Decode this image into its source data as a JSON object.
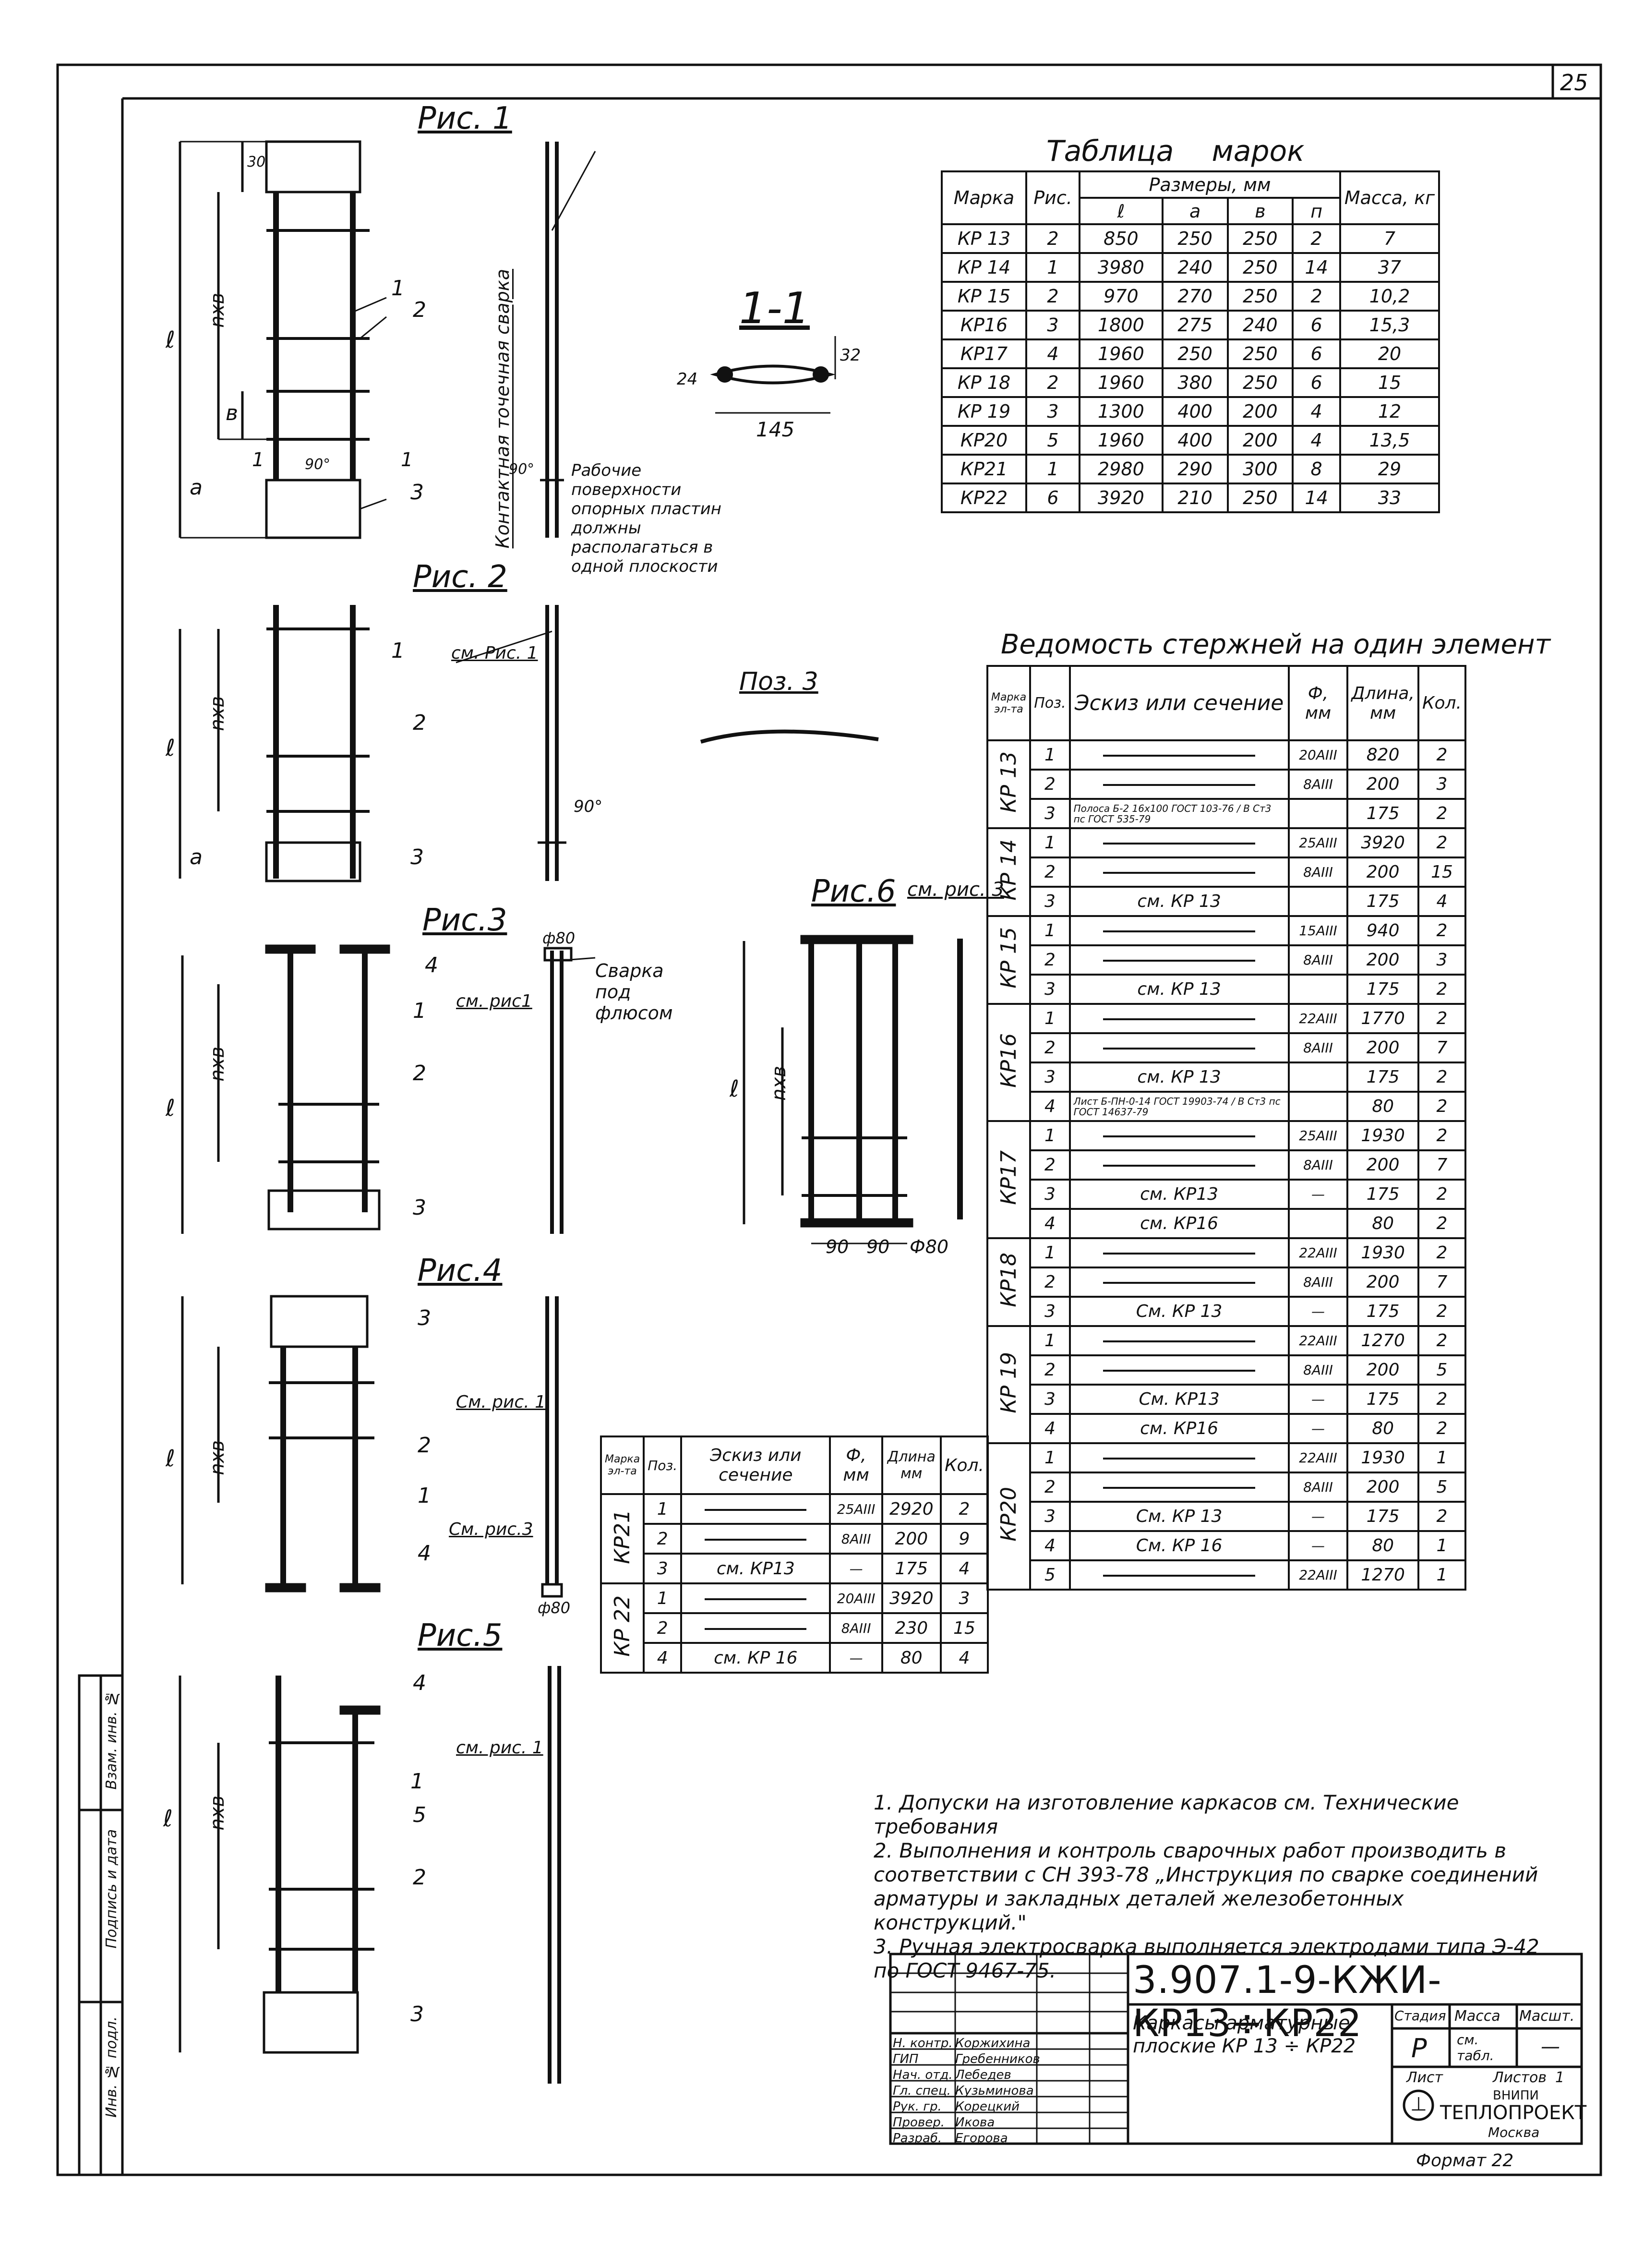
{
  "sheet_number": "25",
  "figures": {
    "ris1": "Рис. 1",
    "ris2": "Рис. 2",
    "ris3": "Рис.3",
    "ris4": "Рис.4",
    "ris5": "Рис.5",
    "ris6": "Рис.6",
    "section": "1-1",
    "poz3": "Поз. 3",
    "welding_contact": "Контактная точечная сварка",
    "working_surfaces": "Рабочие поверхности опорных пластин должны располагаться в одной плоскости",
    "welding_flux": "Сварка под флюсом",
    "see_fig1": "см. Рис. 1",
    "see_fig1b": "см. рис1",
    "see_fig1c": "См. рис. 1",
    "see_fig1d": "см. рис. 1",
    "see_fig3": "см. рис. 3",
    "see_fig3b": "См. рис.3",
    "dims": {
      "l": "ℓ",
      "nxb": "nхв",
      "b": "в",
      "a": "а",
      "d30": "30",
      "d90deg": "90°",
      "d1": "1",
      "d32": "32",
      "d24": "24",
      "d145": "145",
      "d90": "90",
      "phi80": "Ф80",
      "phi80b": "ф80"
    },
    "pos": {
      "p1": "1",
      "p2": "2",
      "p3": "3",
      "p4": "4",
      "p5": "5"
    }
  },
  "marks_table": {
    "title": "Таблица марок",
    "headers": {
      "mark": "Марка",
      "fig": "Рис.",
      "sizes": "Размеры, мм",
      "l": "ℓ",
      "a": "а",
      "b": "в",
      "n": "п",
      "mass": "Масса, кг"
    },
    "rows": [
      {
        "mark": "КР 13",
        "fig": "2",
        "l": "850",
        "a": "250",
        "b": "250",
        "n": "2",
        "mass": "7"
      },
      {
        "mark": "КР 14",
        "fig": "1",
        "l": "3980",
        "a": "240",
        "b": "250",
        "n": "14",
        "mass": "37"
      },
      {
        "mark": "КР 15",
        "fig": "2",
        "l": "970",
        "a": "270",
        "b": "250",
        "n": "2",
        "mass": "10,2"
      },
      {
        "mark": "КР16",
        "fig": "3",
        "l": "1800",
        "a": "275",
        "b": "240",
        "n": "6",
        "mass": "15,3"
      },
      {
        "mark": "КР17",
        "fig": "4",
        "l": "1960",
        "a": "250",
        "b": "250",
        "n": "6",
        "mass": "20"
      },
      {
        "mark": "КР 18",
        "fig": "2",
        "l": "1960",
        "a": "380",
        "b": "250",
        "n": "6",
        "mass": "15"
      },
      {
        "mark": "КР 19",
        "fig": "3",
        "l": "1300",
        "a": "400",
        "b": "200",
        "n": "4",
        "mass": "12"
      },
      {
        "mark": "КР20",
        "fig": "5",
        "l": "1960",
        "a": "400",
        "b": "200",
        "n": "4",
        "mass": "13,5"
      },
      {
        "mark": "КР21",
        "fig": "1",
        "l": "2980",
        "a": "290",
        "b": "300",
        "n": "8",
        "mass": "29"
      },
      {
        "mark": "КР22",
        "fig": "6",
        "l": "3920",
        "a": "210",
        "b": "250",
        "n": "14",
        "mass": "33"
      }
    ]
  },
  "rods_table": {
    "title": "Ведомость стержней на один элемент",
    "headers": {
      "mark": "Марка эл-та",
      "pos": "Поз.",
      "sketch": "Эскиз или сечение",
      "phi": "Ф, мм",
      "len": "Длина, мм",
      "qty": "Кол."
    },
    "groups": [
      {
        "mark": "КР 13",
        "rows": [
          {
            "pos": "1",
            "sketch": "",
            "phi": "20AIII",
            "len": "820",
            "qty": "2"
          },
          {
            "pos": "2",
            "sketch": "",
            "phi": "8AIII",
            "len": "200",
            "qty": "3"
          },
          {
            "pos": "3",
            "sketch": "Полоса Б-2 16х100 ГОСТ 103-76 / В Ст3 пс ГОСТ 535-79",
            "phi": "",
            "len": "175",
            "qty": "2"
          }
        ]
      },
      {
        "mark": "КР 14",
        "rows": [
          {
            "pos": "1",
            "sketch": "",
            "phi": "25AIII",
            "len": "3920",
            "qty": "2"
          },
          {
            "pos": "2",
            "sketch": "",
            "phi": "8AIII",
            "len": "200",
            "qty": "15"
          },
          {
            "pos": "3",
            "sketch": "см. КР 13",
            "phi": "",
            "len": "175",
            "qty": "4"
          }
        ]
      },
      {
        "mark": "КР 15",
        "rows": [
          {
            "pos": "1",
            "sketch": "",
            "phi": "15AIII",
            "len": "940",
            "qty": "2"
          },
          {
            "pos": "2",
            "sketch": "",
            "phi": "8AIII",
            "len": "200",
            "qty": "3"
          },
          {
            "pos": "3",
            "sketch": "см. КР 13",
            "phi": "",
            "len": "175",
            "qty": "2"
          }
        ]
      },
      {
        "mark": "КР16",
        "rows": [
          {
            "pos": "1",
            "sketch": "",
            "phi": "22AIII",
            "len": "1770",
            "qty": "2"
          },
          {
            "pos": "2",
            "sketch": "",
            "phi": "8AIII",
            "len": "200",
            "qty": "7"
          },
          {
            "pos": "3",
            "sketch": "см. КР 13",
            "phi": "",
            "len": "175",
            "qty": "2"
          },
          {
            "pos": "4",
            "sketch": "Лист Б-ПН-0-14 ГОСТ 19903-74 / В Ст3 пс ГОСТ 14637-79",
            "phi": "",
            "len": "80",
            "qty": "2"
          }
        ]
      },
      {
        "mark": "КР17",
        "rows": [
          {
            "pos": "1",
            "sketch": "",
            "phi": "25AIII",
            "len": "1930",
            "qty": "2"
          },
          {
            "pos": "2",
            "sketch": "",
            "phi": "8AIII",
            "len": "200",
            "qty": "7"
          },
          {
            "pos": "3",
            "sketch": "см. КР13",
            "phi": "—",
            "len": "175",
            "qty": "2"
          },
          {
            "pos": "4",
            "sketch": "см. КР16",
            "phi": "",
            "len": "80",
            "qty": "2"
          }
        ]
      },
      {
        "mark": "КР18",
        "rows": [
          {
            "pos": "1",
            "sketch": "",
            "phi": "22AIII",
            "len": "1930",
            "qty": "2"
          },
          {
            "pos": "2",
            "sketch": "",
            "phi": "8AIII",
            "len": "200",
            "qty": "7"
          },
          {
            "pos": "3",
            "sketch": "См. КР 13",
            "phi": "—",
            "len": "175",
            "qty": "2"
          }
        ]
      },
      {
        "mark": "КР 19",
        "rows": [
          {
            "pos": "1",
            "sketch": "",
            "phi": "22AIII",
            "len": "1270",
            "qty": "2"
          },
          {
            "pos": "2",
            "sketch": "",
            "phi": "8AIII",
            "len": "200",
            "qty": "5"
          },
          {
            "pos": "3",
            "sketch": "См. КР13",
            "phi": "—",
            "len": "175",
            "qty": "2"
          },
          {
            "pos": "4",
            "sketch": "см. КР16",
            "phi": "—",
            "len": "80",
            "qty": "2"
          }
        ]
      },
      {
        "mark": "КР20",
        "rows": [
          {
            "pos": "1",
            "sketch": "",
            "phi": "22AIII",
            "len": "1930",
            "qty": "1"
          },
          {
            "pos": "2",
            "sketch": "",
            "phi": "8AIII",
            "len": "200",
            "qty": "5"
          },
          {
            "pos": "3",
            "sketch": "См. КР 13",
            "phi": "—",
            "len": "175",
            "qty": "2"
          },
          {
            "pos": "4",
            "sketch": "См. КР 16",
            "phi": "—",
            "len": "80",
            "qty": "1"
          },
          {
            "pos": "5",
            "sketch": "",
            "phi": "22AIII",
            "len": "1270",
            "qty": "1"
          }
        ]
      }
    ]
  },
  "rods_table2": {
    "headers": {
      "mark": "Марка эл-та",
      "pos": "Поз.",
      "sketch": "Эскиз или сечение",
      "phi": "Ф, мм",
      "len": "Длина мм",
      "qty": "Кол."
    },
    "groups": [
      {
        "mark": "КР21",
        "rows": [
          {
            "pos": "1",
            "sketch": "",
            "phi": "25AIII",
            "len": "2920",
            "qty": "2"
          },
          {
            "pos": "2",
            "sketch": "",
            "phi": "8AIII",
            "len": "200",
            "qty": "9"
          },
          {
            "pos": "3",
            "sketch": "см. КР13",
            "phi": "—",
            "len": "175",
            "qty": "4"
          }
        ]
      },
      {
        "mark": "КР 22",
        "rows": [
          {
            "pos": "1",
            "sketch": "",
            "phi": "20AIII",
            "len": "3920",
            "qty": "3"
          },
          {
            "pos": "2",
            "sketch": "",
            "phi": "8AIII",
            "len": "230",
            "qty": "15"
          },
          {
            "pos": "4",
            "sketch": "см. КР 16",
            "phi": "—",
            "len": "80",
            "qty": "4"
          }
        ]
      }
    ]
  },
  "notes": [
    "1. Допуски на изготовление каркасов см. Технические требования",
    "2. Выполнения и контроль сварочных работ производить в соответствии с СН 393-78 „Инструкция по сварке соединений арматуры и закладных деталей железобетонных конструкций.\"",
    "3. Ручная электросварка выполняется электродами типа Э-42 по ГОСТ 9467-75."
  ],
  "title_block": {
    "code": "3.907.1-9-КЖИ-КР13÷КР22",
    "name": "Каркасы арматурные плоские КР 13 ÷ КР22",
    "stage_label": "Стадия",
    "stage": "Р",
    "mass_label": "Масса",
    "mass": "см. табл.",
    "scale_label": "Масшт.",
    "scale": "—",
    "sheet_label": "Лист",
    "sheets_label": "Листов",
    "sheets": "1",
    "org1": "ВНИПИ",
    "org2": "ТЕПЛОПРОЕКТ",
    "org3": "Москва",
    "format": "Формат 22",
    "signers": [
      {
        "role": "Н. контр.",
        "name": "Коржихина"
      },
      {
        "role": "ГИП",
        "name": "Гребенников"
      },
      {
        "role": "Нач. отд.",
        "name": "Лебедев"
      },
      {
        "role": "Гл. спец.",
        "name": "Кузьминова"
      },
      {
        "role": "Рук. гр.",
        "name": "Корецкий"
      },
      {
        "role": "Провер.",
        "name": "Икова"
      },
      {
        "role": "Разраб.",
        "name": "Егорова"
      }
    ]
  },
  "side_stamp": [
    "Инв. № подл.",
    "Подпись и дата",
    "Взам. инв. №"
  ]
}
